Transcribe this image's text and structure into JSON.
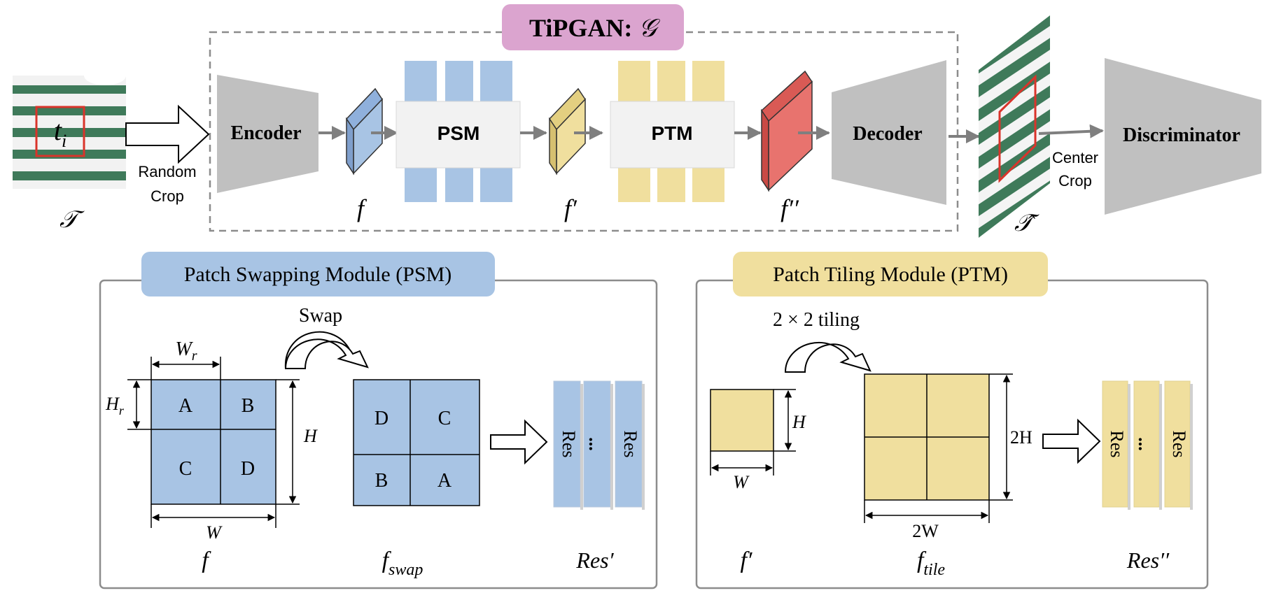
{
  "header": {
    "title_prefix": "TiPGAN: ",
    "title_symbol": "𝒢"
  },
  "pipeline": {
    "encoder": "Encoder",
    "psm": "PSM",
    "ptm": "PTM",
    "decoder": "Decoder",
    "discriminator": "Discriminator",
    "random_crop_line1": "Random",
    "random_crop_line2": "Crop",
    "center_crop_line1": "Center",
    "center_crop_line2": "Crop",
    "input_label": "𝒯",
    "output_label": "𝒯̂",
    "patch_label": "t",
    "patch_sub": "i",
    "f_label": "f",
    "f_prime_label": "f′",
    "f_dprime_label": "f′′"
  },
  "psm_panel": {
    "title": "Patch Swapping Module (PSM)",
    "swap_label": "Swap",
    "grid_cells": [
      "A",
      "B",
      "C",
      "D"
    ],
    "swapped_cells": [
      "D",
      "C",
      "B",
      "A"
    ],
    "wr_label": "W",
    "wr_sub": "r",
    "hr_label": "H",
    "hr_sub": "r",
    "h_label": "H",
    "w_label": "W",
    "res_label": "Res",
    "dots": "...",
    "f_caption": "f",
    "fswap_caption": "f",
    "fswap_sub": "swap",
    "res_caption": "Res′"
  },
  "ptm_panel": {
    "title": "Patch Tiling Module (PTM)",
    "tiling_label": "2 × 2 tiling",
    "h_label": "H",
    "w_label": "W",
    "h2_label": "2H",
    "w2_label": "2W",
    "res_label": "Res",
    "dots": "...",
    "f_caption": "f′",
    "ftile_caption": "f",
    "ftile_sub": "tile",
    "res_caption": "Res′′"
  },
  "colors": {
    "blue": "#a8c4e4",
    "yellow": "#f0df9e",
    "red_block": "#e8736e",
    "pink_title": "#dba4cf",
    "gray_shape": "#c0c0c0",
    "stripe_green": "#3f7a5a",
    "crop_red": "#d9342b"
  }
}
